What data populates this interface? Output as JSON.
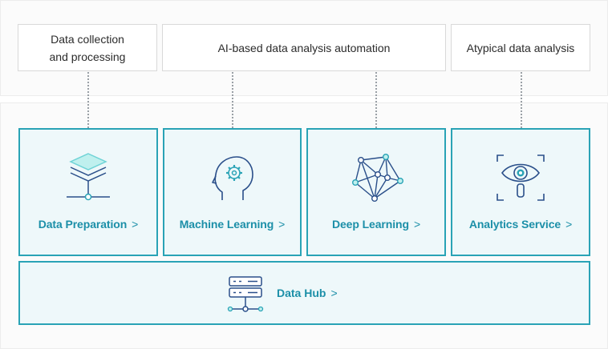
{
  "categories": [
    {
      "label": "Data collection\nand processing"
    },
    {
      "label": "AI-based data analysis automation"
    },
    {
      "label": "Atypical data analysis"
    }
  ],
  "services": [
    {
      "label": "Data Preparation",
      "icon": "layers-icon"
    },
    {
      "label": "Machine Learning",
      "icon": "brain-gear-icon"
    },
    {
      "label": "Deep Learning",
      "icon": "neural-network-icon"
    },
    {
      "label": "Analytics Service",
      "icon": "eye-scan-icon"
    }
  ],
  "hub": {
    "label": "Data Hub",
    "icon": "server-icon"
  },
  "chevron": ">",
  "colors": {
    "accent": "#2aa3b6",
    "label": "#1c8fa8",
    "card_bg": "#eef8fa",
    "accent_light": "#6fd3d6"
  }
}
